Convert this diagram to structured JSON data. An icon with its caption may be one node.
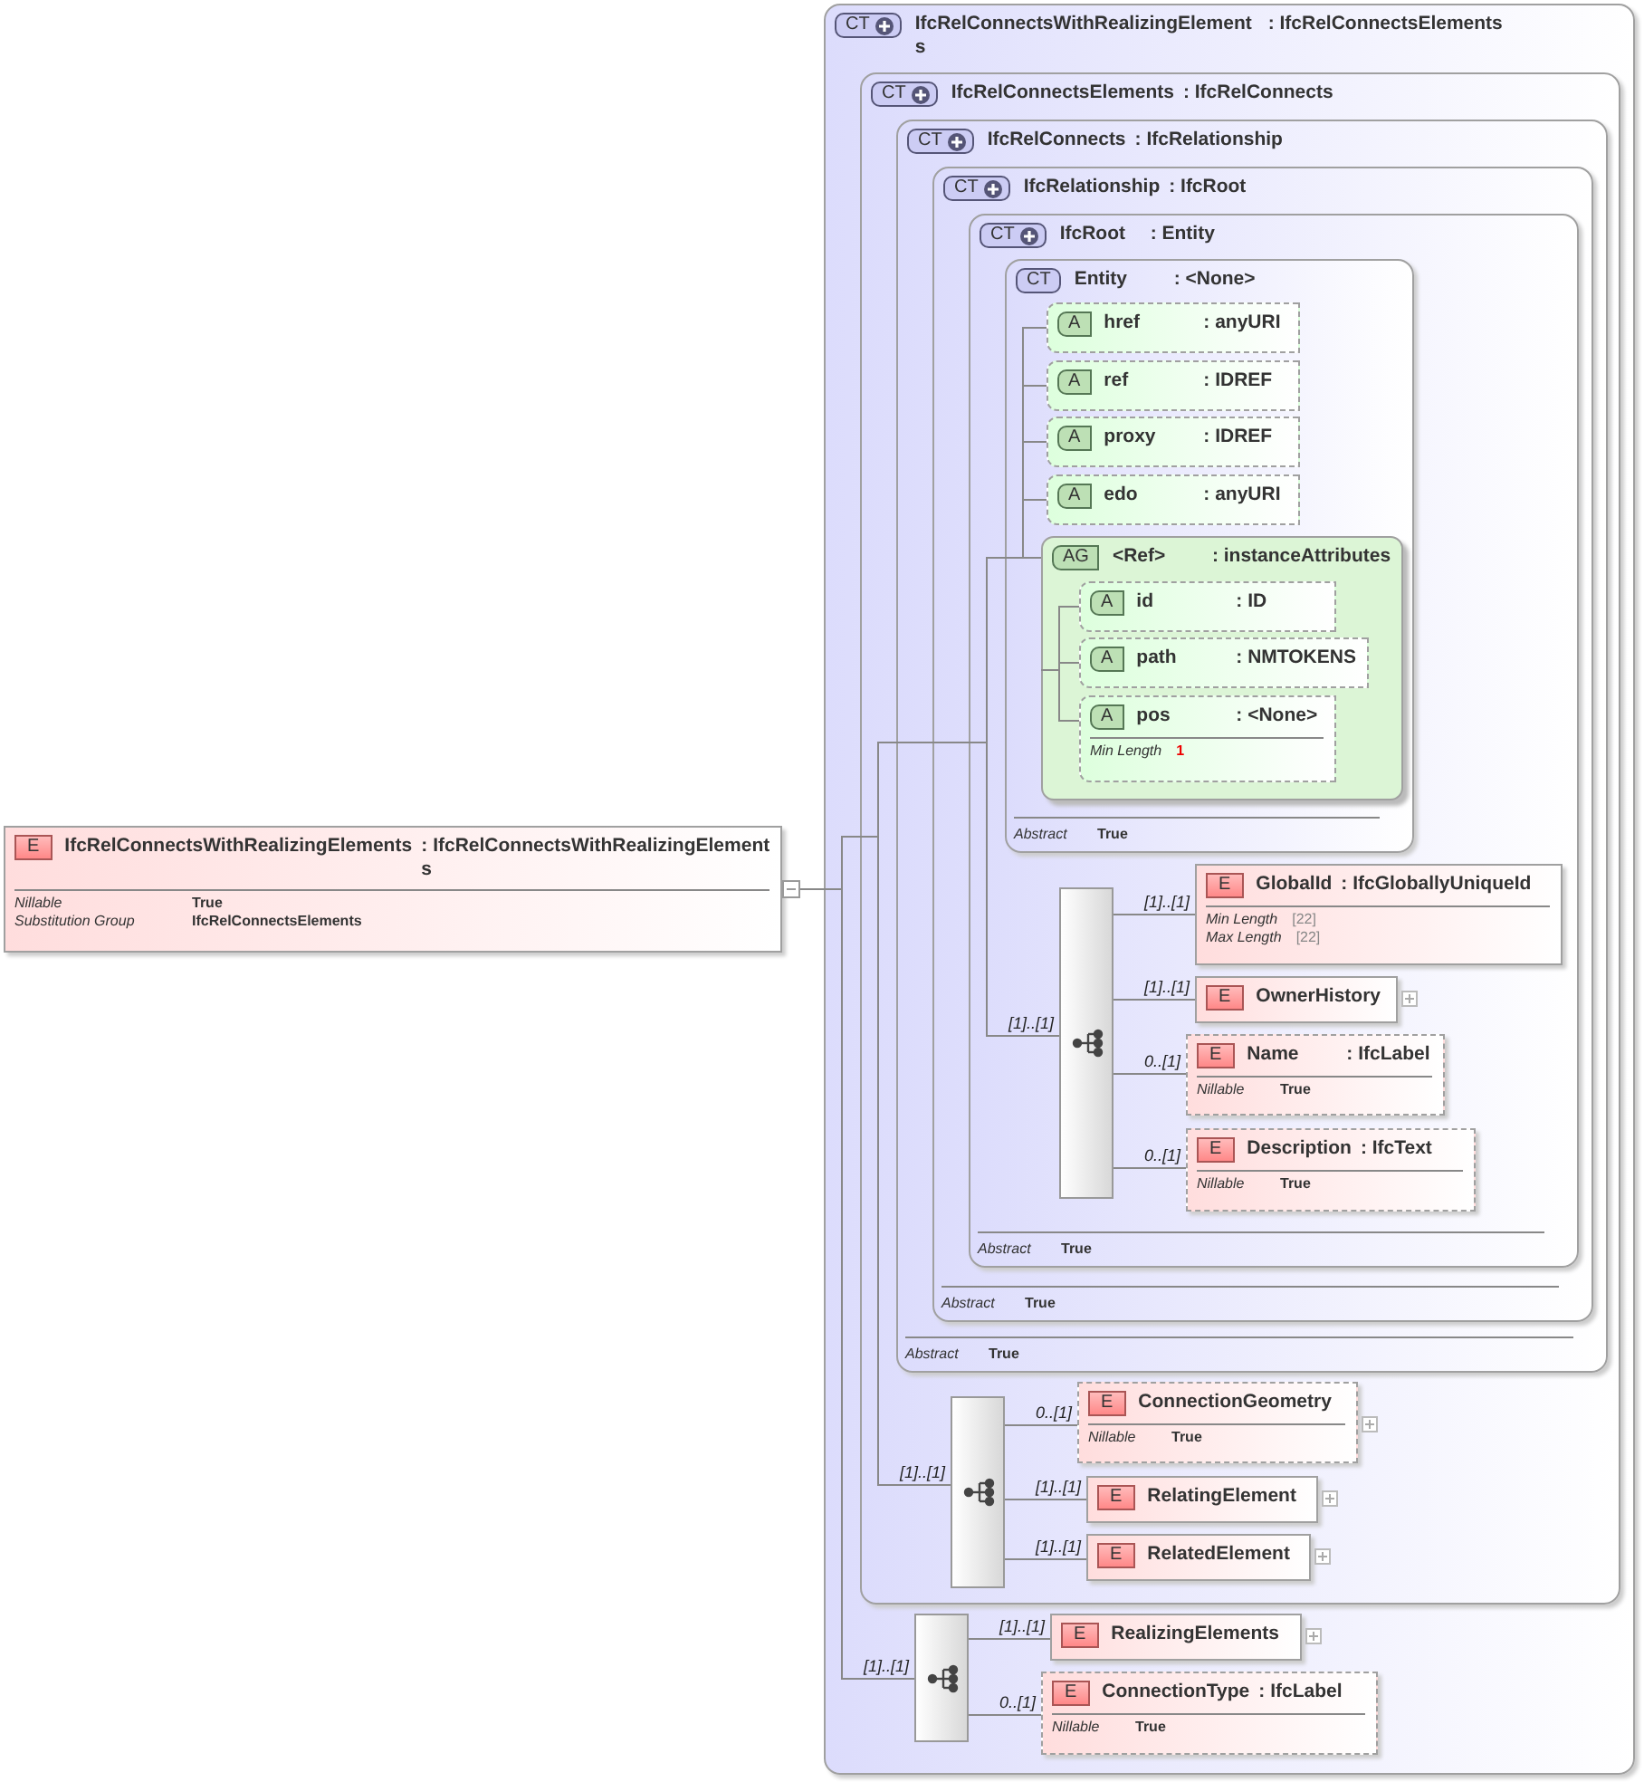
{
  "diagram": {
    "nodes": [
      {
        "text": [
          "E",
          "IfcRelConnectsWithRealizingElements",
          ": IfcRelConnectsWithRealizingElements",
          "Nillable",
          "True",
          "Substitution Group",
          "IfcRelConnectsElements"
        ]
      },
      {
        "text": [
          "CT",
          "IfcRelConnectsWithRealizingElements",
          ": IfcRelConnectsElements"
        ]
      },
      {
        "text": [
          "CT",
          "IfcRelConnectsElements",
          ": IfcRelConnects"
        ],
        "in": 1
      },
      {
        "text": [
          "CT",
          "IfcRelConnects",
          ": IfcRelationship",
          "Abstract",
          "True"
        ],
        "in": 2
      },
      {
        "text": [
          "CT",
          "IfcRelationship",
          ": IfcRoot",
          "Abstract",
          "True"
        ],
        "in": 3
      },
      {
        "text": [
          "CT",
          "IfcRoot",
          ": Entity",
          "Abstract",
          "True"
        ],
        "in": 4
      },
      {
        "text": [
          "CT",
          "Entity",
          ": <None>",
          "Abstract",
          "True"
        ],
        "in": 5
      },
      {
        "text": [
          "A",
          "href",
          ": anyURI"
        ],
        "in": 6
      },
      {
        "text": [
          "A",
          "ref",
          ": IDREF"
        ],
        "in": 6
      },
      {
        "text": [
          "A",
          "proxy",
          ": IDREF"
        ],
        "in": 6
      },
      {
        "text": [
          "A",
          "edo",
          ": anyURI"
        ],
        "in": 6
      },
      {
        "text": [
          "AG",
          "<Ref>",
          ": instanceAttributes"
        ],
        "in": 6
      },
      {
        "text": [
          "A",
          "id",
          ": ID"
        ],
        "in": 11
      },
      {
        "text": [
          "A",
          "path",
          ": NMTOKENS"
        ],
        "in": 11
      },
      {
        "text": [
          "A",
          "pos",
          ": <None>",
          "Min Length",
          "1"
        ],
        "in": 11
      },
      {
        "text": [],
        "shape": "bar",
        "in": 5
      },
      {
        "text": [
          "E",
          "GlobalId",
          ": IfcGloballyUniqueId",
          "Min Length",
          "[22]",
          "Max Length",
          "[22]"
        ],
        "in": 5
      },
      {
        "text": [
          "E",
          "OwnerHistory"
        ],
        "in": 5
      },
      {
        "text": [
          "E",
          "Name",
          ": IfcLabel",
          "Nillable",
          "True"
        ],
        "in": 5
      },
      {
        "text": [
          "E",
          "Description",
          ": IfcText",
          "Nillable",
          "True"
        ],
        "in": 5
      },
      {
        "text": [],
        "shape": "bar",
        "in": 2
      },
      {
        "text": [
          "E",
          "ConnectionGeometry",
          "Nillable",
          "True"
        ],
        "in": 2
      },
      {
        "text": [
          "E",
          "RelatingElement"
        ],
        "in": 2
      },
      {
        "text": [
          "E",
          "RelatedElement"
        ],
        "in": 2
      },
      {
        "text": [],
        "shape": "bar",
        "in": 1
      },
      {
        "text": [
          "E",
          "RealizingElements"
        ],
        "in": 1
      },
      {
        "text": [
          "E",
          "ConnectionType",
          ": IfcLabel",
          "Nillable",
          "True"
        ],
        "in": 1
      }
    ],
    "edges": [
      {
        "from": 0,
        "to": 24,
        "arrow": "none",
        "label": "[1]..[1]"
      },
      {
        "from": 0,
        "to": 20,
        "arrow": "none",
        "label": "[1]..[1]"
      },
      {
        "from": 0,
        "to": 15,
        "arrow": "none",
        "label": "[1]..[1]"
      },
      {
        "from": 0,
        "to": 7,
        "arrow": "none"
      },
      {
        "from": 0,
        "to": 8,
        "arrow": "none"
      },
      {
        "from": 0,
        "to": 9,
        "arrow": "none"
      },
      {
        "from": 0,
        "to": 10,
        "arrow": "none"
      },
      {
        "from": 0,
        "to": 11,
        "arrow": "none"
      },
      {
        "from": 11,
        "to": 12,
        "arrow": "none"
      },
      {
        "from": 11,
        "to": 13,
        "arrow": "none"
      },
      {
        "from": 11,
        "to": 14,
        "arrow": "none"
      },
      {
        "from": 15,
        "to": 16,
        "arrow": "none",
        "label": "[1]..[1]"
      },
      {
        "from": 15,
        "to": 17,
        "arrow": "none",
        "label": "[1]..[1]"
      },
      {
        "from": 15,
        "to": 18,
        "arrow": "none",
        "label": "0..[1]"
      },
      {
        "from": 15,
        "to": 19,
        "arrow": "none",
        "label": "0..[1]"
      },
      {
        "from": 20,
        "to": 21,
        "arrow": "none",
        "label": "0..[1]"
      },
      {
        "from": 20,
        "to": 22,
        "arrow": "none",
        "label": "[1]..[1]"
      },
      {
        "from": 20,
        "to": 23,
        "arrow": "none",
        "label": "[1]..[1]"
      },
      {
        "from": 24,
        "to": 25,
        "arrow": "none",
        "label": "[1]..[1]"
      },
      {
        "from": 24,
        "to": 26,
        "arrow": "none",
        "label": "0..[1]"
      }
    ]
  }
}
